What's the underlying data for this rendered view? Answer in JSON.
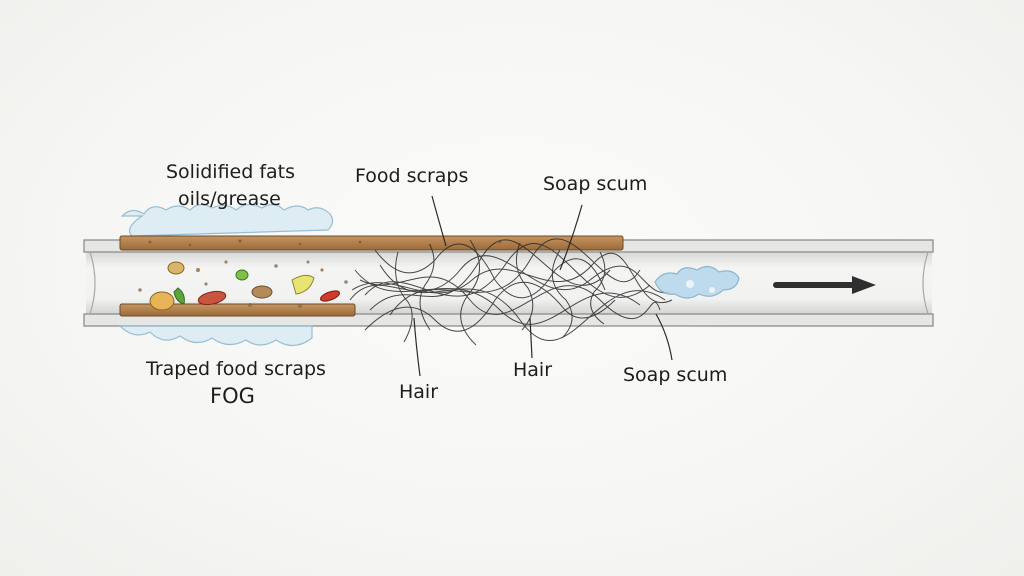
{
  "labels": {
    "solidified_fats": "Solidified fats",
    "oils_grease": "oils/grease",
    "food_scraps_top": "Food scraps",
    "soap_scum_top": "Soap scum",
    "traped_food_scraps": "Traped food scraps",
    "fog": "FOG",
    "hair_left": "Hair",
    "hair_right": "Hair",
    "soap_scum_bottom": "Soap scum"
  },
  "icons": {
    "flow_arrow": "arrow-right-icon"
  },
  "colors": {
    "pipe_wall": "#b9b9b6",
    "grease_layer": "#b07b45",
    "soap_scum": "#a9cfe6",
    "hair": "#2a2a2a",
    "arrow": "#2f2f2f"
  }
}
